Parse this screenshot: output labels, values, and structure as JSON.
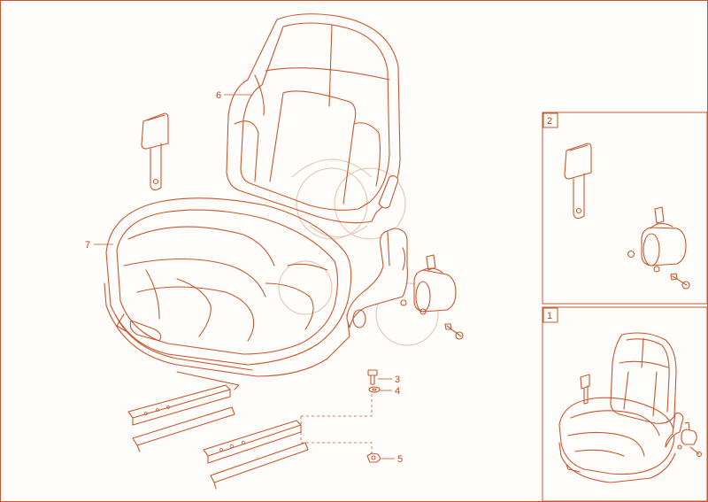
{
  "callouts": {
    "c1": "1",
    "c2": "2",
    "c3": "3",
    "c4": "4",
    "c5": "5",
    "c6": "6",
    "c7": "7"
  },
  "colors": {
    "line": "#c8562f",
    "background": "#fffdfa"
  }
}
